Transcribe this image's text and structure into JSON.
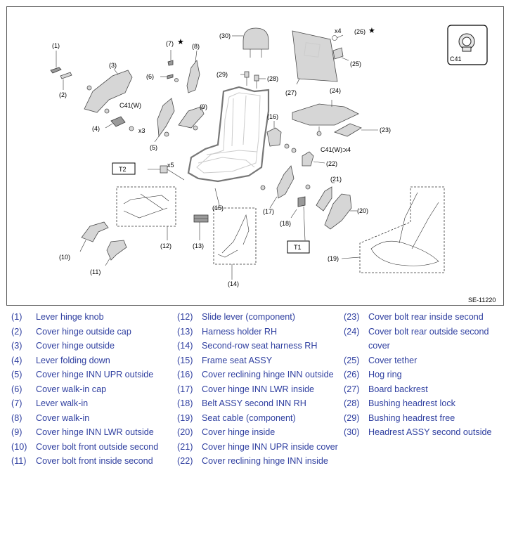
{
  "diagram": {
    "code": "SE-11220",
    "callouts": {
      "c1": "(1)",
      "c2": "(2)",
      "c3": "(3)",
      "c4": "(4)",
      "c5": "(5)",
      "c6": "(6)",
      "c7": "(7)",
      "c8": "(8)",
      "c9": "(9)",
      "c10": "(10)",
      "c11": "(11)",
      "c12": "(12)",
      "c13": "(13)",
      "c14": "(14)",
      "c15": "(15)",
      "c16": "(16)",
      "c17": "(17)",
      "c18": "(18)",
      "c19": "(19)",
      "c20": "(20)",
      "c21": "(21)",
      "c22": "(22)",
      "c23": "(23)",
      "c24": "(24)",
      "c25": "(25)",
      "c26": "(26)",
      "c27": "(27)",
      "c28": "(28)",
      "c29": "(29)",
      "c30": "(30)"
    },
    "star": "★",
    "tags": {
      "c41w": "C41(W)",
      "c41w_x4": "C41(W):x4",
      "x3": "x3",
      "x4": "x4",
      "x5": "x5",
      "t1": "T1",
      "t2": "T2",
      "c41": "C41"
    }
  },
  "legend": {
    "col1": [
      {
        "num": "(1)",
        "name": "Lever hinge knob"
      },
      {
        "num": "(2)",
        "name": "Cover hinge outside cap"
      },
      {
        "num": "(3)",
        "name": "Cover hinge outside"
      },
      {
        "num": "(4)",
        "name": "Lever folding down"
      },
      {
        "num": "(5)",
        "name": "Cover hinge INN UPR outside"
      },
      {
        "num": "(6)",
        "name": "Cover walk-in cap"
      },
      {
        "num": "(7)",
        "name": "Lever walk-in"
      },
      {
        "num": "(8)",
        "name": "Cover walk-in"
      },
      {
        "num": "(9)",
        "name": "Cover hinge INN LWR outside"
      },
      {
        "num": "(10)",
        "name": "Cover bolt front outside second"
      },
      {
        "num": "(11)",
        "name": "Cover bolt front inside second"
      }
    ],
    "col2": [
      {
        "num": "(12)",
        "name": "Slide lever (component)"
      },
      {
        "num": "(13)",
        "name": "Harness holder RH"
      },
      {
        "num": "(14)",
        "name": "Second-row seat harness RH"
      },
      {
        "num": "(15)",
        "name": "Frame seat ASSY"
      },
      {
        "num": "(16)",
        "name": "Cover reclining hinge INN outside"
      },
      {
        "num": "(17)",
        "name": "Cover hinge INN LWR inside"
      },
      {
        "num": "(18)",
        "name": "Belt ASSY second INN RH"
      },
      {
        "num": "(19)",
        "name": "Seat cable (component)"
      },
      {
        "num": "(20)",
        "name": "Cover hinge inside"
      },
      {
        "num": "(21)",
        "name": "Cover hinge INN UPR inside cover"
      },
      {
        "num": "(22)",
        "name": "Cover reclining hinge INN inside"
      }
    ],
    "col3": [
      {
        "num": "(23)",
        "name": "Cover bolt rear inside second"
      },
      {
        "num": "(24)",
        "name": "Cover bolt rear outside second cover"
      },
      {
        "num": "(25)",
        "name": "Cover tether"
      },
      {
        "num": "(26)",
        "name": "Hog ring"
      },
      {
        "num": "(27)",
        "name": "Board backrest"
      },
      {
        "num": "(28)",
        "name": "Bushing headrest lock"
      },
      {
        "num": "(29)",
        "name": "Bushing headrest free"
      },
      {
        "num": "(30)",
        "name": "Headrest ASSY second outside"
      }
    ]
  }
}
